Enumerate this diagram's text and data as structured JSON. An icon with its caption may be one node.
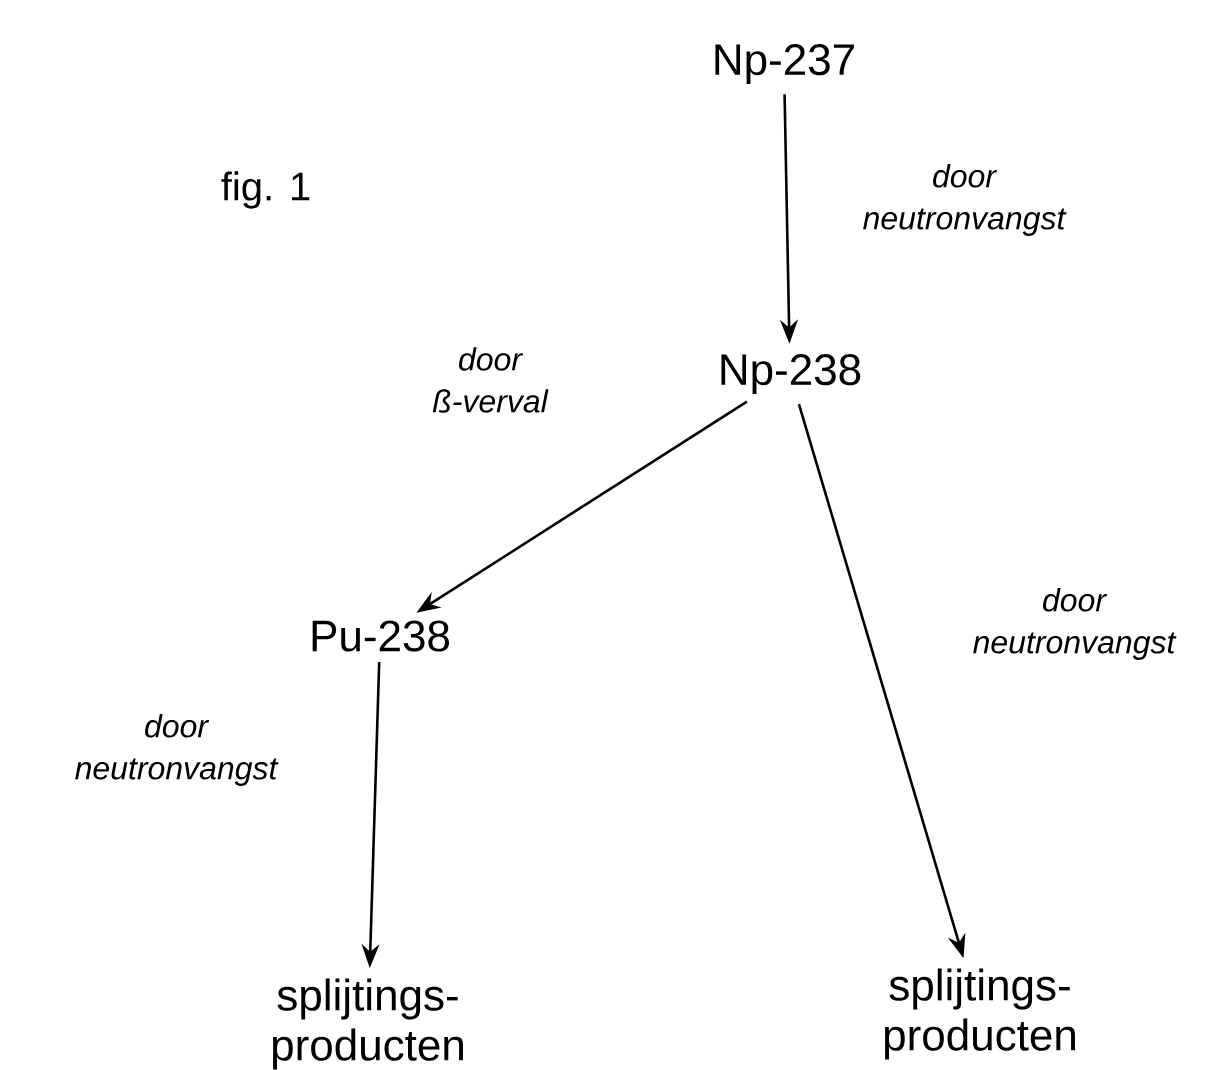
{
  "diagram": {
    "nodes": [
      {
        "text": [
          "Np-237"
        ]
      },
      {
        "text": [
          "Np-238"
        ]
      },
      {
        "text": [
          "Pu-238"
        ]
      },
      {
        "text": [
          "splijtings- producten"
        ]
      },
      {
        "text": [
          "splijtings- producten"
        ]
      }
    ],
    "edges": [
      {
        "from": 0,
        "to": 1,
        "arrow": "to",
        "label": "door neutronvangst"
      },
      {
        "from": 1,
        "to": 2,
        "arrow": "to",
        "label": "door ß-verval"
      },
      {
        "from": 1,
        "to": 4,
        "arrow": "to",
        "label": "door neutronvangst"
      },
      {
        "from": 2,
        "to": 3,
        "arrow": "to",
        "label": "door neutronvangst"
      }
    ],
    "labels": [
      "fig. 1"
    ]
  }
}
